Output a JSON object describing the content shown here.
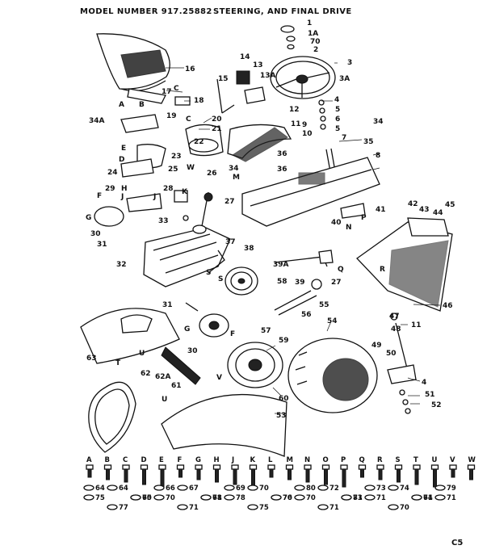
{
  "header": {
    "model": "MODEL NUMBER  917.25882",
    "title": "STEERING, AND FINAL DRIVE"
  },
  "page_code": "C5",
  "callouts": [
    "1",
    "1A",
    "70",
    "2",
    "3",
    "3A",
    "4",
    "5",
    "6",
    "5",
    "7",
    "34",
    "35",
    "8",
    "9",
    "10",
    "11",
    "12",
    "13",
    "13A",
    "14",
    "15",
    "16",
    "17",
    "C",
    "18",
    "19",
    "C",
    "20",
    "21",
    "22",
    "23",
    "24",
    "25",
    "W",
    "26",
    "34",
    "M",
    "27",
    "28",
    "K",
    "29",
    "H",
    "J",
    "J",
    "F",
    "G",
    "30",
    "31",
    "32",
    "33",
    "36",
    "36",
    "37",
    "38",
    "39A",
    "39",
    "27",
    "58",
    "55",
    "56",
    "40",
    "41",
    "N",
    "P",
    "Q",
    "42",
    "43",
    "44",
    "45",
    "46",
    "47",
    "48",
    "11",
    "49",
    "50",
    "4",
    "51",
    "52",
    "53",
    "54",
    "57",
    "59",
    "60",
    "61",
    "62A",
    "62",
    "63",
    "31",
    "30",
    "G",
    "F",
    "S",
    "S",
    "T",
    "U",
    "V",
    "U",
    "E",
    "D",
    "A",
    "B",
    "34A",
    "R"
  ],
  "hardware_letters": [
    "A",
    "B",
    "C",
    "D",
    "E",
    "F",
    "G",
    "H",
    "J",
    "K",
    "L",
    "M",
    "N",
    "O",
    "P",
    "Q",
    "R",
    "S",
    "T",
    "U",
    "V",
    "W"
  ],
  "hardware_numbers": [
    "64",
    "64",
    "65",
    "66",
    "67",
    "68",
    "69",
    "70",
    "70",
    "80",
    "72",
    "73",
    "73",
    "74",
    "64",
    "79",
    "75",
    "77",
    "70",
    "70",
    "71",
    "71",
    "78",
    "75",
    "76",
    "70",
    "71",
    "81",
    "71",
    "70",
    "71",
    "71"
  ]
}
